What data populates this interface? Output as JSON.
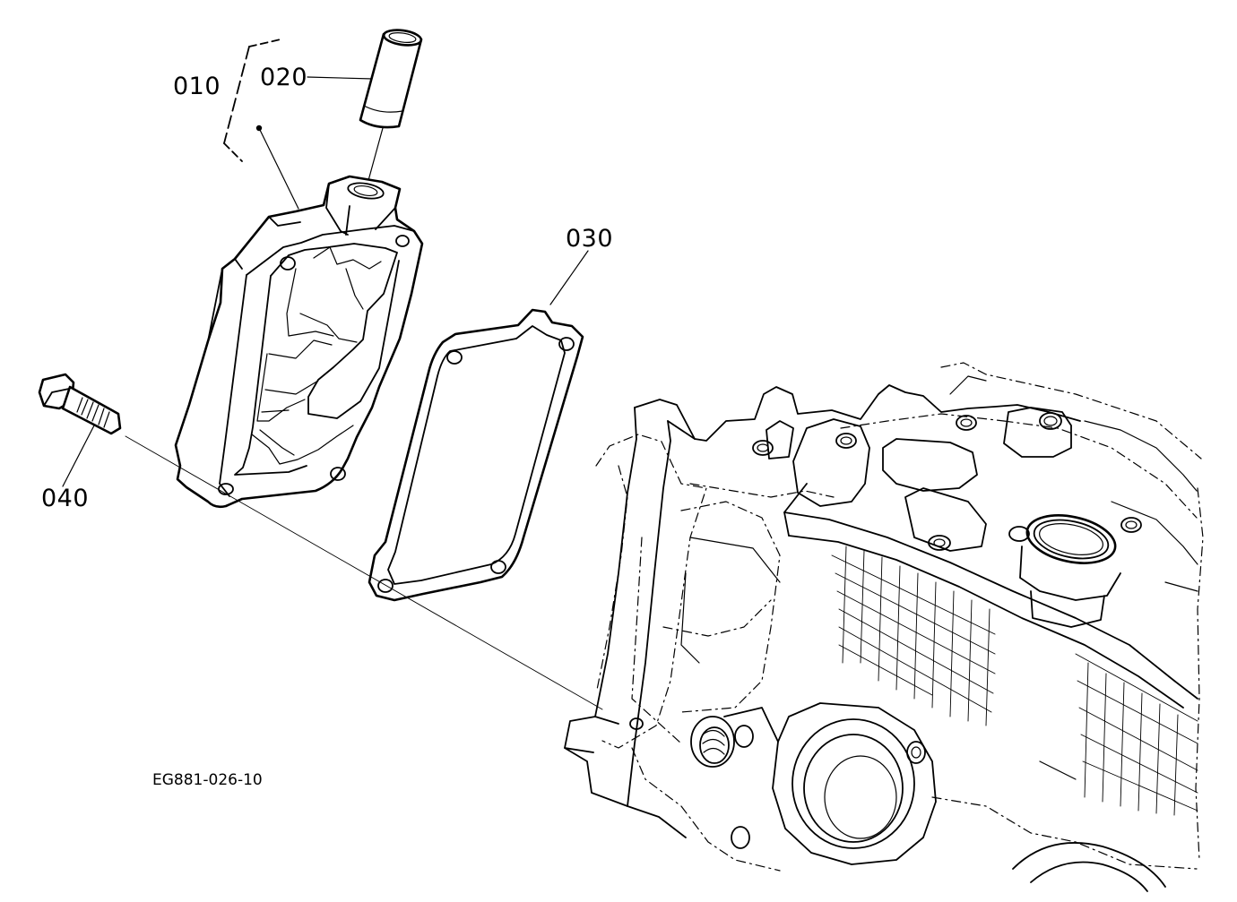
{
  "diagram": {
    "callouts": [
      {
        "id": "assembly",
        "label": "010"
      },
      {
        "id": "pipe",
        "label": "020"
      },
      {
        "id": "gasket",
        "label": "030"
      },
      {
        "id": "bolt",
        "label": "040"
      }
    ],
    "figure_id": "EG881-026-10"
  },
  "colors": {
    "line": "#000000",
    "background": "#ffffff"
  }
}
